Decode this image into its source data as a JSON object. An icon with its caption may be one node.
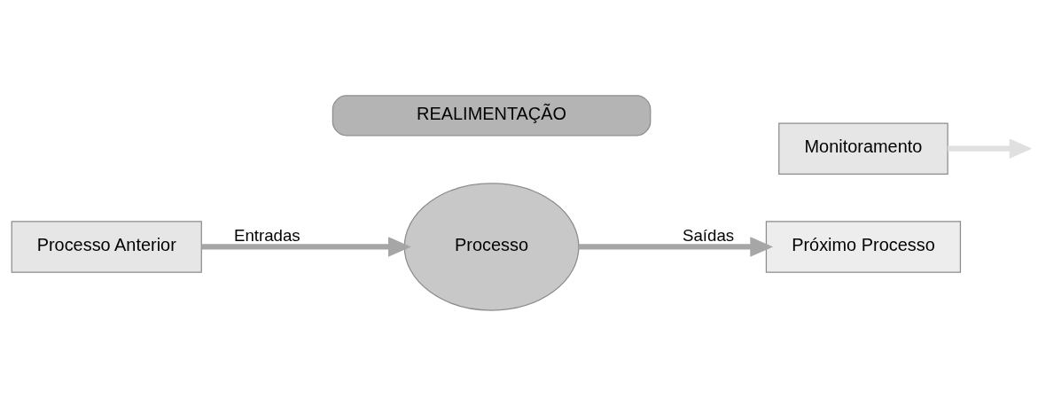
{
  "diagram": {
    "nodes": [
      {
        "text": [
          "Processo Anterior"
        ]
      },
      {
        "text": [
          "Processo"
        ]
      },
      {
        "text": [
          "Monitoramento"
        ]
      },
      {
        "text": [
          "Próximo Processo"
        ]
      },
      {
        "text": [
          "REALIMENTAÇÃO"
        ]
      }
    ],
    "edges": [
      {
        "from": 0,
        "to": 1,
        "arrow": "to",
        "label": "Entradas"
      },
      {
        "from": 1,
        "to": 3,
        "arrow": "to",
        "label": "Saídas"
      },
      {
        "from": 2,
        "to": null,
        "arrow": "to",
        "color": "#e0e0e0"
      }
    ]
  }
}
